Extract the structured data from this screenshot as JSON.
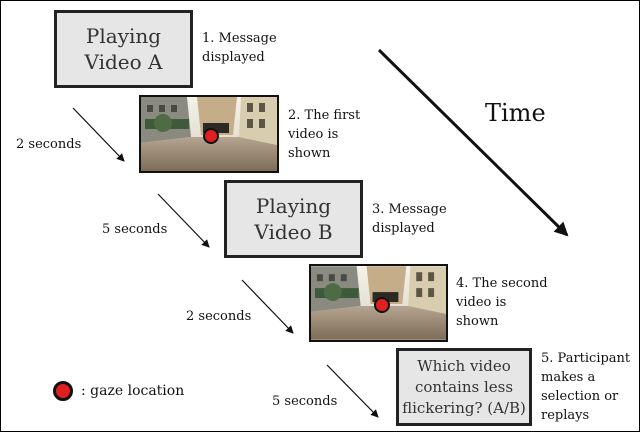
{
  "steps": [
    {
      "box": [
        "Playing",
        "Video A"
      ],
      "caption": [
        "1. Message",
        "displayed"
      ]
    },
    {
      "caption": [
        "2. The first",
        "video is",
        "shown"
      ]
    },
    {
      "box": [
        "Playing",
        "Video B"
      ],
      "caption": [
        "3. Message",
        "displayed"
      ]
    },
    {
      "caption": [
        "4. The second",
        "video is",
        "shown"
      ]
    },
    {
      "box": [
        "Which video",
        "contains less",
        "flickering? (A/B)"
      ],
      "caption": [
        "5. Participant",
        "makes a",
        "selection or",
        "replays"
      ]
    }
  ],
  "delays": [
    "2 seconds",
    "5 seconds",
    "2 seconds",
    "5 seconds"
  ],
  "time_label": "Time",
  "legend": {
    "text": ": gaze location",
    "marker_color": "#e02020"
  }
}
